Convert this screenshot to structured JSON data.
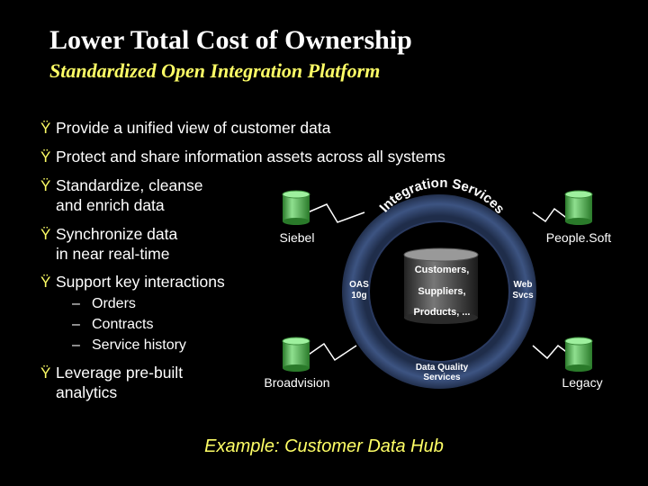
{
  "title": "Lower Total Cost of Ownership",
  "subtitle": "Standardized Open Integration Platform",
  "bullet_mark": "Ÿ",
  "bullets": [
    "Provide a unified view of customer data",
    "Protect and share information assets across all systems",
    "Standardize, cleanse\nand enrich data",
    "Synchronize data\nin near real-time",
    "Support key interactions",
    "Leverage pre-built\nanalytics"
  ],
  "sub_bullets": [
    "Orders",
    "Contracts",
    "Service history"
  ],
  "diagram": {
    "ring_top": "Integration Services",
    "ring_left": "OAS\n10g",
    "ring_right": "Web\nSvcs",
    "ring_bottom": "Data Quality\nServices",
    "hub": [
      "Customers,",
      "Suppliers,",
      "Products, ..."
    ],
    "systems": {
      "top_left": "Siebel",
      "top_right": "People.Soft",
      "bottom_left": "Broadvision",
      "bottom_right": "Legacy"
    }
  },
  "caption": "Example: Customer Data Hub",
  "colors": {
    "title": "#ffffff",
    "subtitle": "#ffff66",
    "ring": "#33476e",
    "db": "#4fb84f"
  }
}
